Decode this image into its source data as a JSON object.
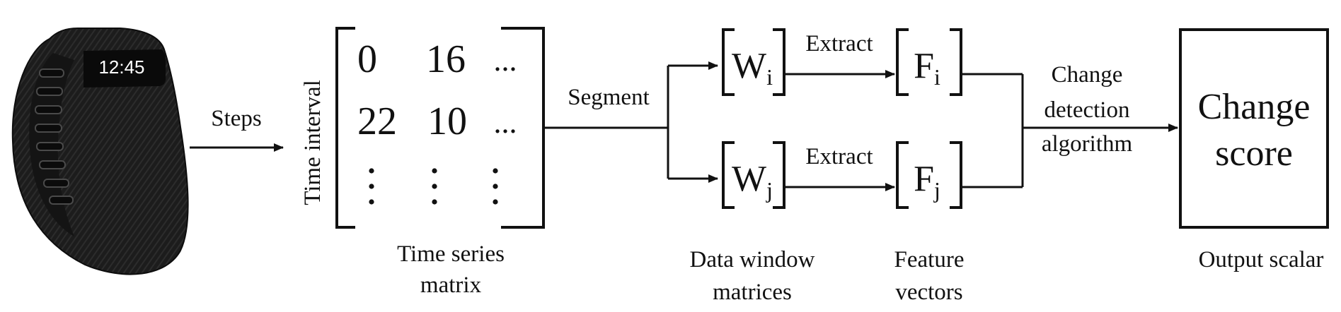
{
  "device": {
    "display_time": "12:45"
  },
  "labels": {
    "input_arrow": "Steps",
    "row_axis": "Time interval",
    "segment": "Segment",
    "extract_top": "Extract",
    "extract_bottom": "Extract",
    "algorithm": [
      "Change",
      "detection",
      "algorithm"
    ]
  },
  "matrix": {
    "rows": [
      [
        "0",
        "16",
        "..."
      ],
      [
        "22",
        "10",
        "..."
      ]
    ],
    "caption": [
      "Time series",
      "matrix"
    ]
  },
  "windows": {
    "top": {
      "base": "W",
      "sub": "i"
    },
    "bottom": {
      "base": "W",
      "sub": "j"
    },
    "caption": [
      "Data window",
      "matrices"
    ]
  },
  "features": {
    "top": {
      "base": "F",
      "sub": "i"
    },
    "bottom": {
      "base": "F",
      "sub": "j"
    },
    "caption": [
      "Feature",
      "vectors"
    ]
  },
  "output": {
    "box_text": [
      "Change",
      "score"
    ],
    "caption": "Output scalar"
  },
  "colors": {
    "ink": "#111111",
    "band": "#1e1e1e",
    "band_highlight": "#3a3a3a"
  },
  "icons": {
    "device": "fitness-tracker-band-icon"
  }
}
